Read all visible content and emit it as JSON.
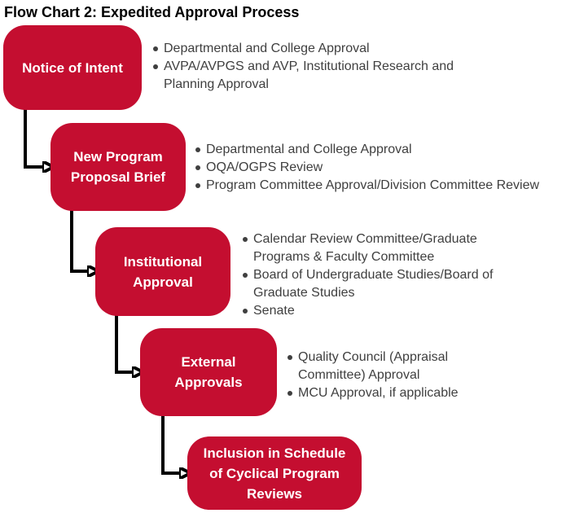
{
  "title": "Flow Chart 2: Expedited Approval Process",
  "colors": {
    "box_fill": "#C40E30",
    "box_text": "#FFFFFF",
    "arrow": "#000000",
    "body_text": "#3F3F3F",
    "title_text": "#000000",
    "background": "#FFFFFF"
  },
  "steps": [
    {
      "label": "Notice of Intent",
      "bullets": [
        "Departmental and College Approval",
        "AVPA/AVPGS and AVP, Institutional Research and\nPlanning Approval"
      ]
    },
    {
      "label": "New Program\nProposal Brief",
      "bullets": [
        "Departmental and College Approval",
        "OQA/OGPS Review",
        "Program Committee Approval/Division Committee Review"
      ]
    },
    {
      "label": "Institutional\nApproval",
      "bullets": [
        "Calendar Review Committee/Graduate\nPrograms & Faculty Committee",
        "Board of Undergraduate Studies/Board of\nGraduate Studies",
        "Senate"
      ]
    },
    {
      "label": "External\nApprovals",
      "bullets": [
        "Quality Council (Appraisal\nCommittee) Approval",
        "MCU Approval, if applicable"
      ]
    },
    {
      "label": "Inclusion in Schedule\nof Cyclical Program\nReviews",
      "bullets": []
    }
  ]
}
